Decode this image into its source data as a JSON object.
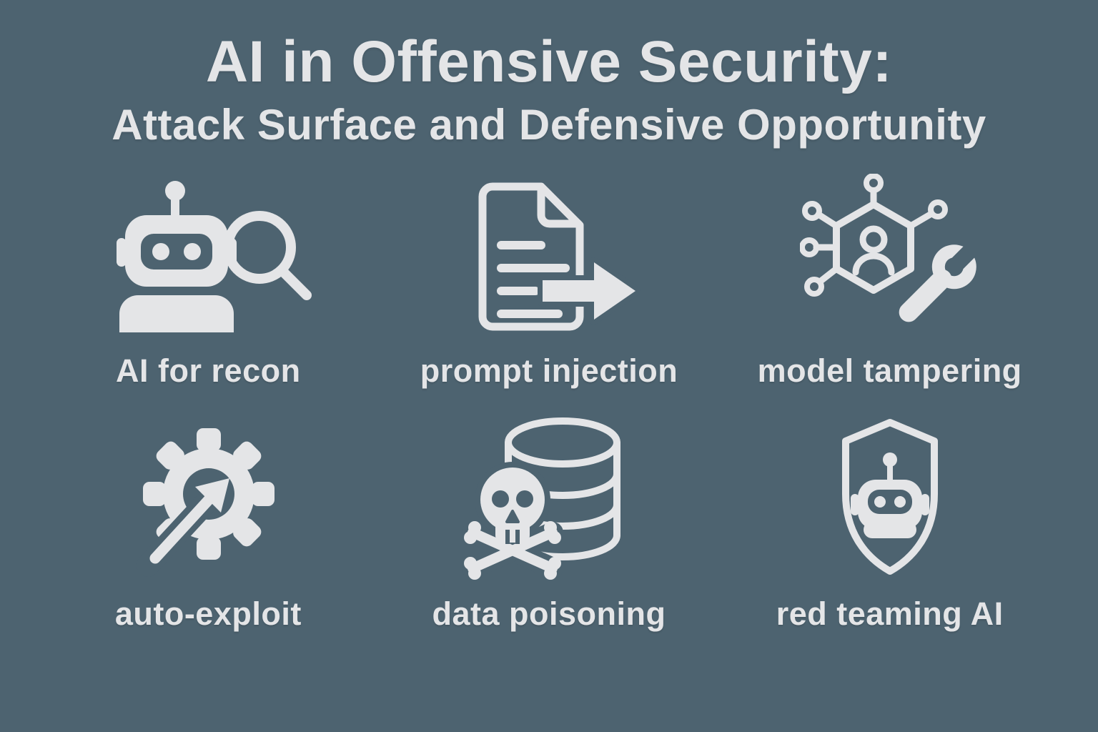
{
  "colors": {
    "background": "#4d6370",
    "foreground": "#e4e5e7"
  },
  "title": {
    "line1": "AI in Offensive Security:",
    "line2": "Attack Surface and Defensive Opportunity"
  },
  "cells": [
    {
      "icon": "robot-search-icon",
      "label": "AI for recon"
    },
    {
      "icon": "document-arrow-icon",
      "label": "prompt injection"
    },
    {
      "icon": "network-wrench-icon",
      "label": "model tampering"
    },
    {
      "icon": "gear-arrow-icon",
      "label": "auto-exploit"
    },
    {
      "icon": "database-skull-icon",
      "label": "data poisoning"
    },
    {
      "icon": "shield-robot-icon",
      "label": "red teaming AI"
    }
  ]
}
